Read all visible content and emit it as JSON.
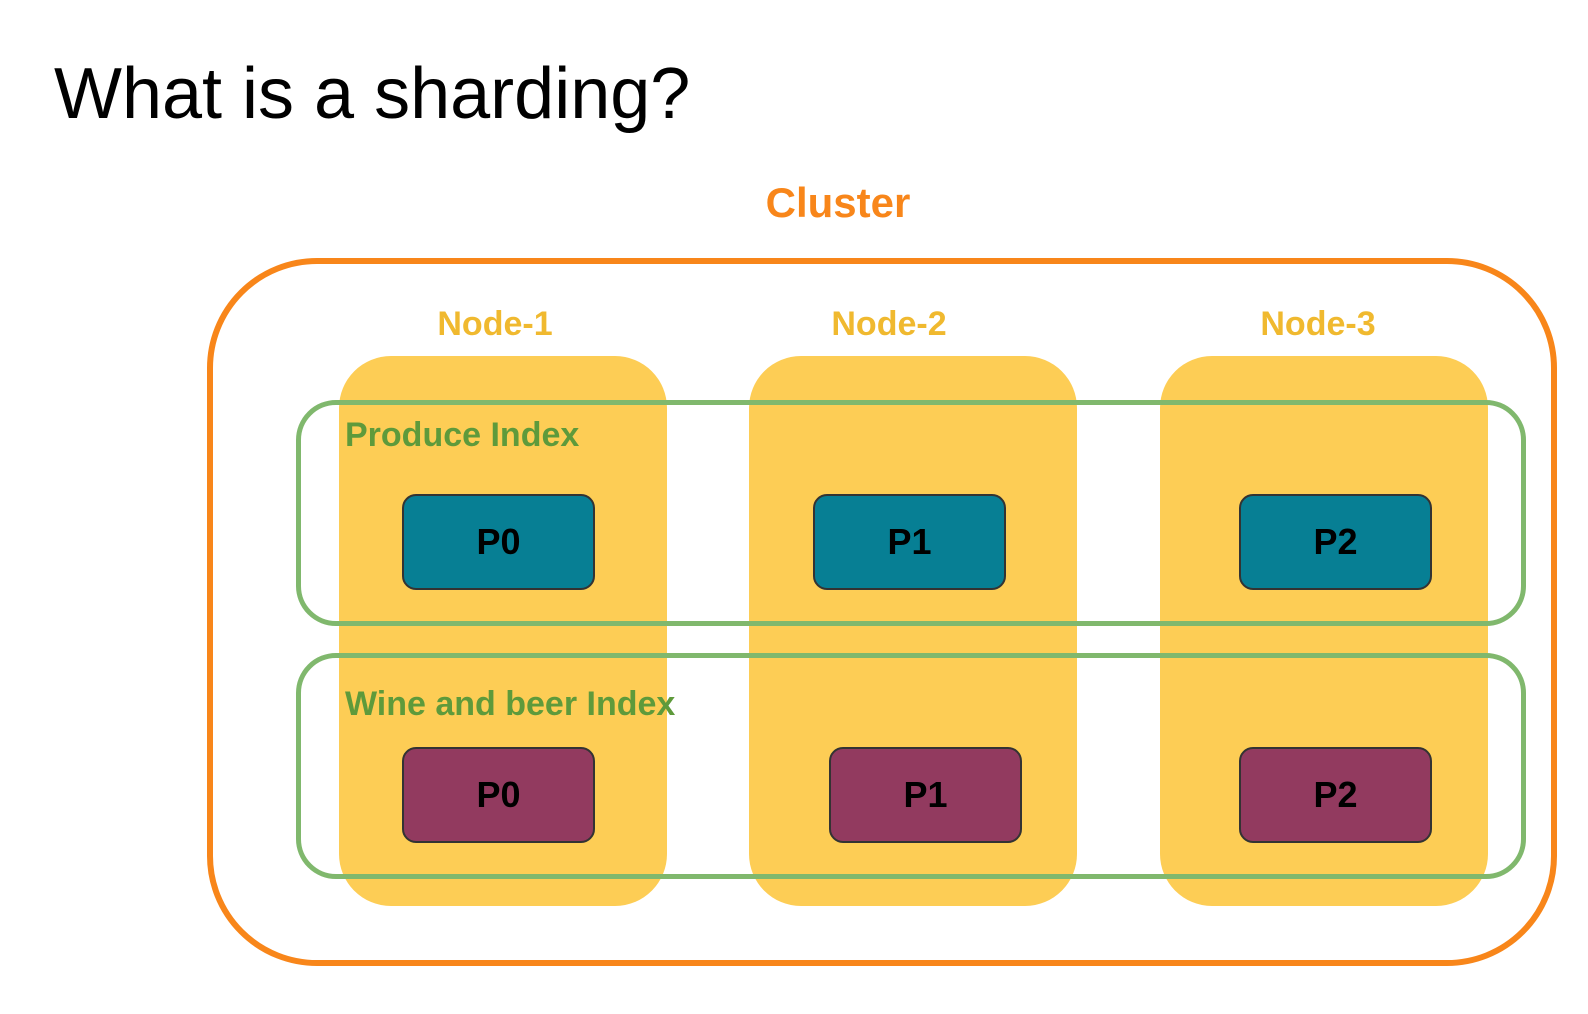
{
  "title": "What is a sharding?",
  "cluster": {
    "label": "Cluster",
    "color": "#f8861a"
  },
  "nodes": [
    {
      "label": "Node-1"
    },
    {
      "label": "Node-2"
    },
    {
      "label": "Node-3"
    }
  ],
  "node_colors": {
    "fill": "#fdcd55",
    "label": "#f0b92f"
  },
  "indices": [
    {
      "label": "Produce Index",
      "shards": [
        "P0",
        "P1",
        "P2"
      ],
      "shard_color": "#077f94"
    },
    {
      "label": "Wine and beer Index",
      "shards": [
        "P0",
        "P1",
        "P2"
      ],
      "shard_color": "#923a5f"
    }
  ],
  "index_colors": {
    "border": "#80b86d",
    "label": "#5e9a3b"
  }
}
